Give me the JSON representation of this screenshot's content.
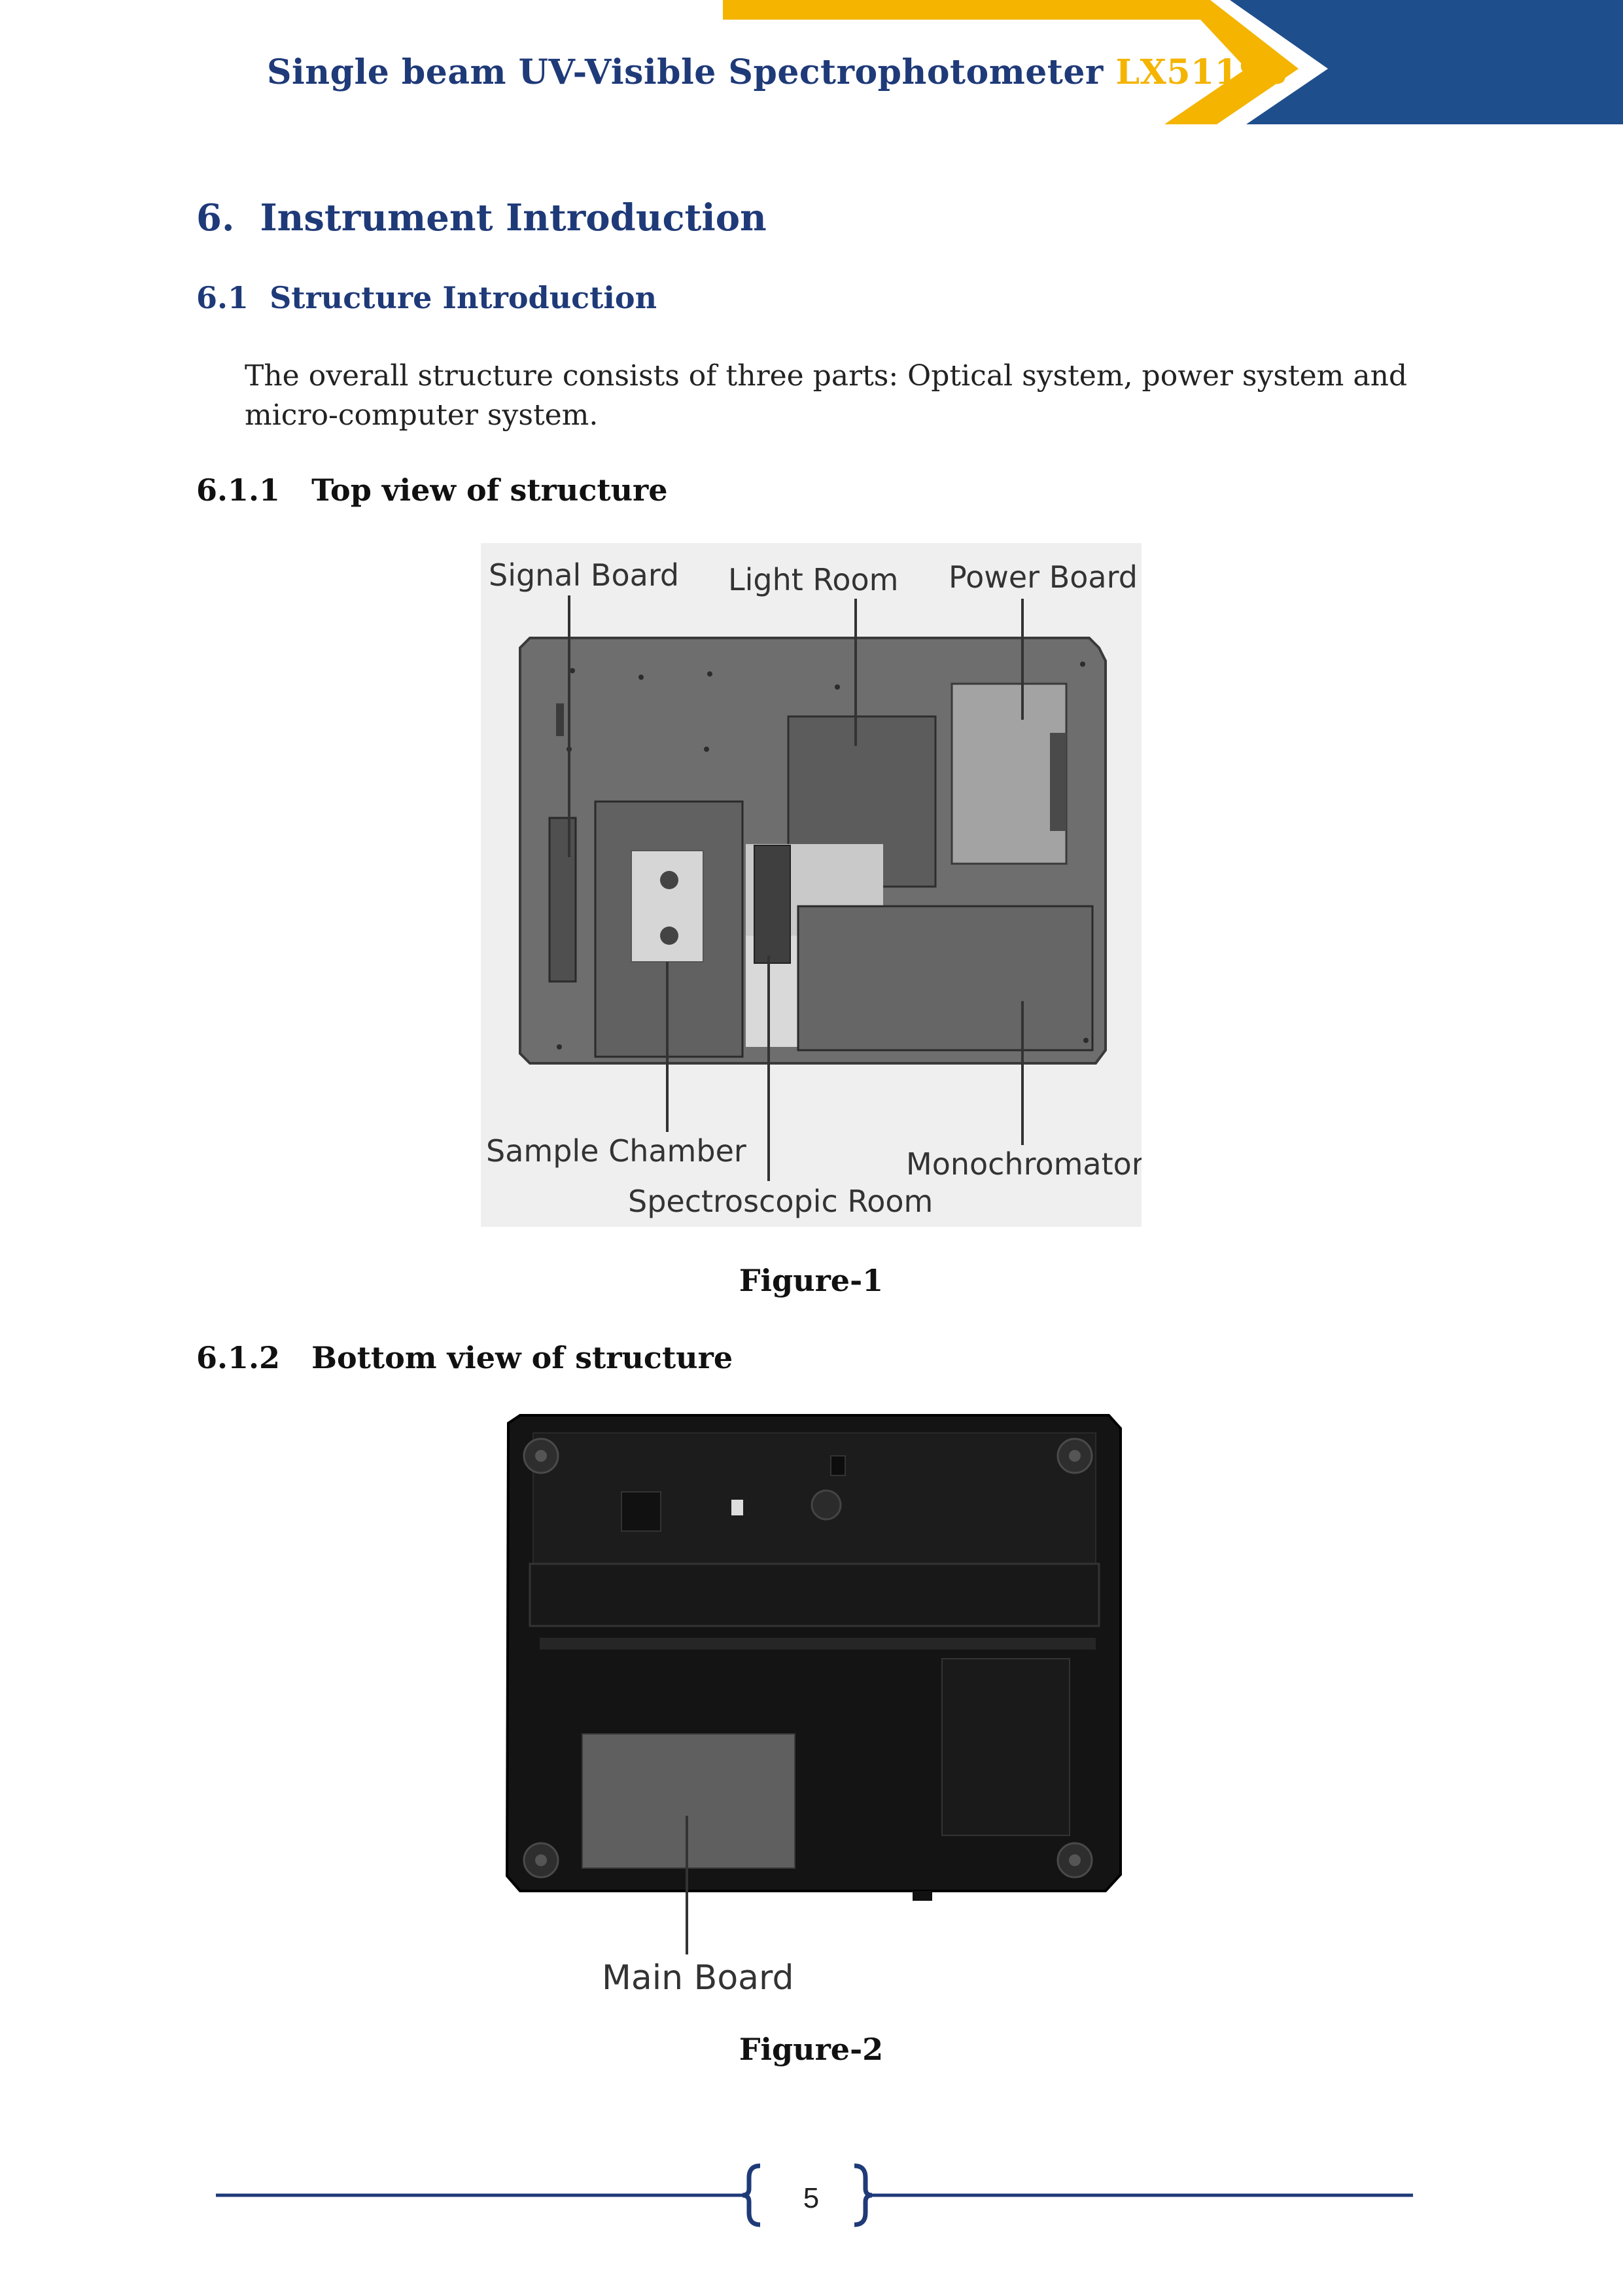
{
  "header": {
    "title": "Single beam UV-Visible Spectrophotometer",
    "model": "LX511SS",
    "accent_color": "#f4b400",
    "brand_color": "#1f4e8c"
  },
  "section": {
    "number": "6.",
    "title": "Instrument Introduction"
  },
  "subsection": {
    "number": "6.1",
    "title": "Structure Introduction",
    "body": "The overall structure consists of three parts: Optical system, power system and micro-computer system."
  },
  "top_view": {
    "number": "6.1.1",
    "title": "Top view of structure",
    "labels": {
      "signal_board": "Signal Board",
      "light_room": "Light Room",
      "power_board": "Power Board",
      "sample_chamber": "Sample Chamber",
      "monochromator": "Monochromator",
      "spectroscopic_room": "Spectroscopic Room"
    },
    "caption": "Figure-1"
  },
  "bottom_view": {
    "number": "6.1.2",
    "title": "Bottom view of structure",
    "labels": {
      "main_board": "Main Board"
    },
    "caption": "Figure-2"
  },
  "footer": {
    "page_number": "5"
  }
}
